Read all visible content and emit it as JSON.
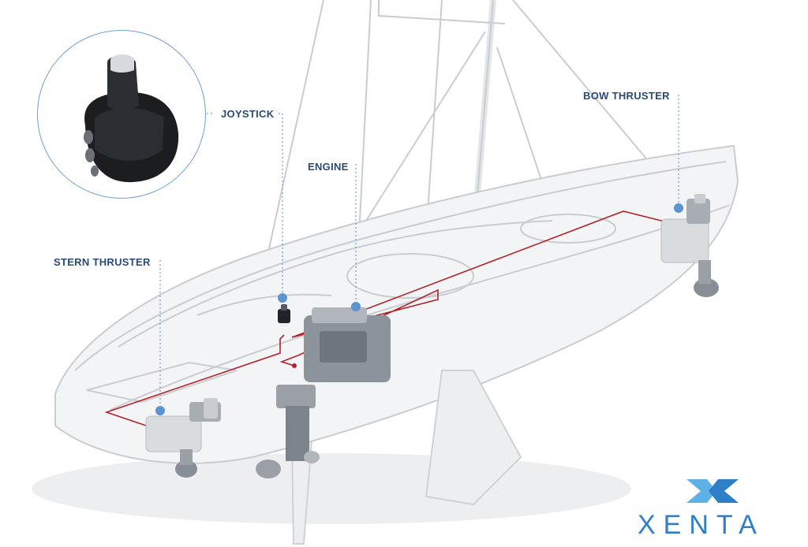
{
  "labels": {
    "joystick": "JOYSTICK",
    "engine": "ENGINE",
    "bow_thruster": "BOW THRUSTER",
    "stern_thruster": "STERN THRUSTER"
  },
  "logo": {
    "wordmark": "XENTA",
    "mark_icon": "xenta-x-logo-icon"
  },
  "colors": {
    "label_text": "#2b4a73",
    "marker_dot": "#5b95d0",
    "leader_line": "#6f9fd0",
    "wiring": "#b3222a",
    "hull_lines": "#c9ccd0",
    "hull_fill": "#f1f2f3",
    "logo_blue": "#2f7fc8",
    "logo_light": "#5db1e6",
    "inset_border": "#6f9fd0",
    "joystick_body": "#1b1d20"
  }
}
